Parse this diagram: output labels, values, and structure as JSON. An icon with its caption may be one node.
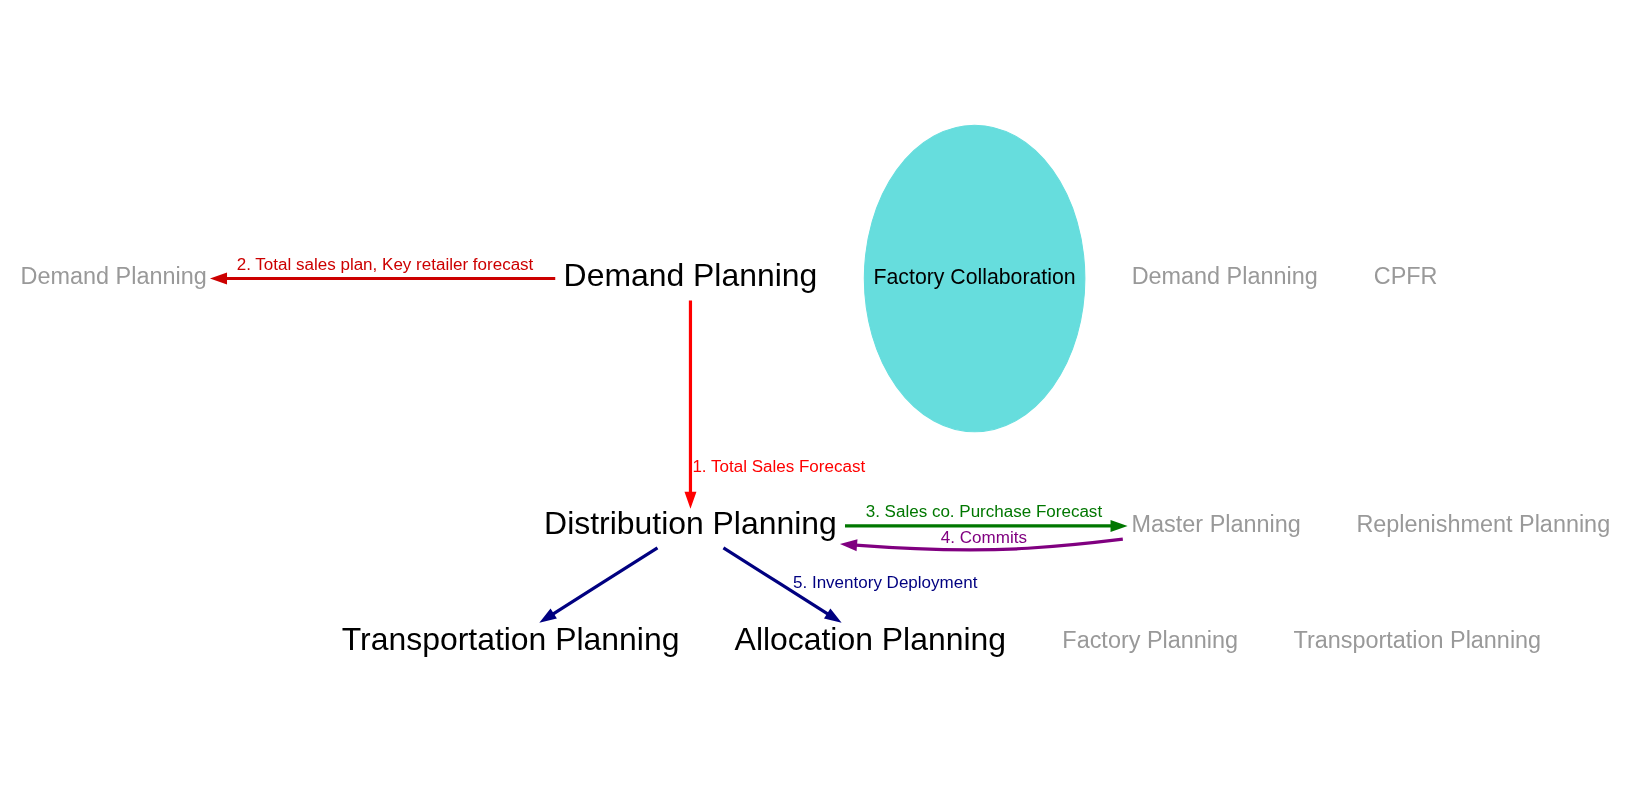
{
  "diagram": {
    "nodes": [
      {
        "text": [
          "Factory Collaboration"
        ]
      },
      {
        "text": [
          "Demand Planning"
        ]
      },
      {
        "text": [
          "Demand Planning"
        ]
      },
      {
        "text": [
          "Master Planning"
        ]
      },
      {
        "text": [
          "Distribution Planning"
        ]
      },
      {
        "text": [
          "Factory Planning"
        ]
      },
      {
        "text": [
          "Transportation Planning"
        ]
      },
      {
        "text": [
          "Transportation Planning"
        ]
      },
      {
        "text": [
          "Allocation Planning"
        ]
      },
      {
        "text": [
          "Demand Planning"
        ]
      },
      {
        "text": [
          "Replenishment Planning"
        ]
      }
    ],
    "edges": [
      {
        "from": 1,
        "to": 2,
        "arrow": "to",
        "label": "2. Total sales plan, Key retailer forecast",
        "color": "#cc0000"
      },
      {
        "from": 1,
        "to": 4,
        "arrow": "to",
        "label": "1. Total Sales Forecast",
        "color": "#ff0000"
      },
      {
        "from": 4,
        "to": 3,
        "arrow": "to",
        "label": "3. Sales co. Purchase Forecast",
        "color": "#007700"
      },
      {
        "from": 3,
        "to": 4,
        "arrow": "to",
        "label": "4. Commits",
        "color": "#800080"
      },
      {
        "from": 4,
        "to": 7,
        "arrow": "to",
        "color": "#000080"
      },
      {
        "from": 4,
        "to": 8,
        "arrow": "to",
        "label": "5. Inventory Deployment",
        "color": "#000080"
      }
    ],
    "labels": [
      "CPFR"
    ]
  }
}
